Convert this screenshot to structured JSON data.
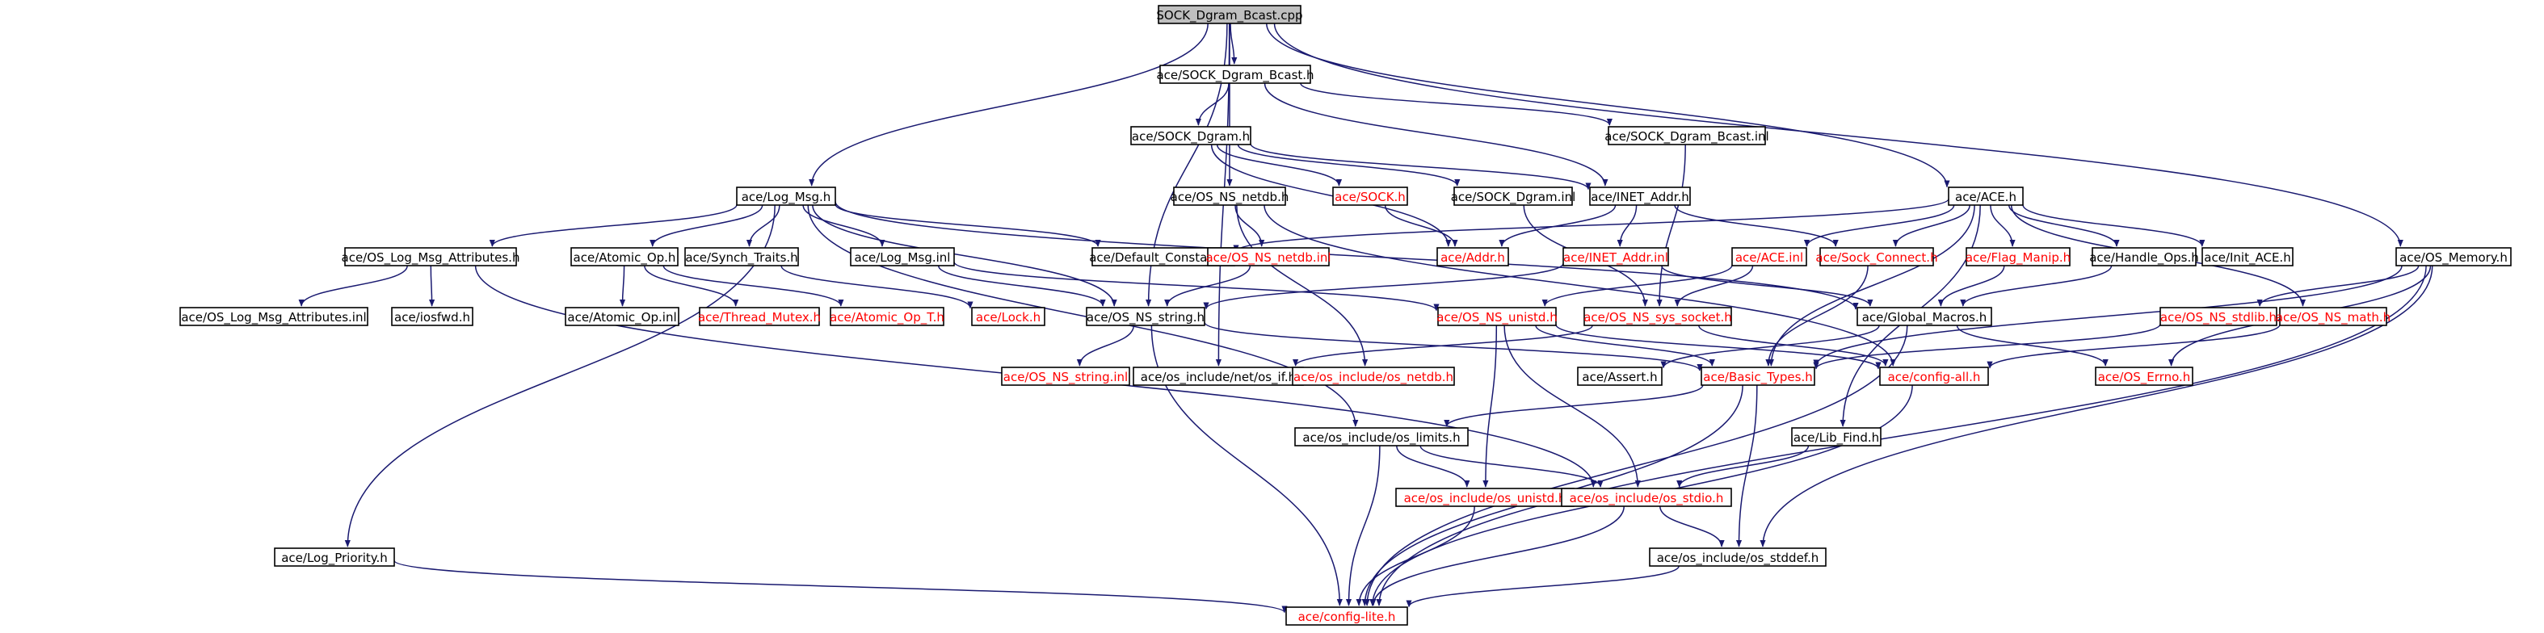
{
  "colors": {
    "edge": "#191970",
    "node_border": "#000000",
    "node_fill": "#ffffff",
    "root_fill": "#bfbfbf",
    "link_text": "#000000",
    "missing_text": "#ff0000"
  },
  "nodes": [
    {
      "id": "root",
      "label": "SOCK_Dgram_Bcast.cpp",
      "kind": "root"
    },
    {
      "id": "bcast_h",
      "label": "ace/SOCK_Dgram_Bcast.h",
      "kind": "link"
    },
    {
      "id": "dgram_h",
      "label": "ace/SOCK_Dgram.h",
      "kind": "link"
    },
    {
      "id": "bcast_inl",
      "label": "ace/SOCK_Dgram_Bcast.inl",
      "kind": "link"
    },
    {
      "id": "log_msg_h",
      "label": "ace/Log_Msg.h",
      "kind": "link"
    },
    {
      "id": "netdb_h",
      "label": "ace/OS_NS_netdb.h",
      "kind": "link"
    },
    {
      "id": "sock_h",
      "label": "ace/SOCK.h",
      "kind": "missing"
    },
    {
      "id": "dgram_inl",
      "label": "ace/SOCK_Dgram.inl",
      "kind": "link"
    },
    {
      "id": "inet_addr_h",
      "label": "ace/INET_Addr.h",
      "kind": "link"
    },
    {
      "id": "ace_h",
      "label": "ace/ACE.h",
      "kind": "link"
    },
    {
      "id": "os_log_attr_h",
      "label": "ace/OS_Log_Msg_Attributes.h",
      "kind": "link"
    },
    {
      "id": "atomic_op_h",
      "label": "ace/Atomic_Op.h",
      "kind": "link"
    },
    {
      "id": "synch_traits_h",
      "label": "ace/Synch_Traits.h",
      "kind": "link"
    },
    {
      "id": "log_msg_inl",
      "label": "ace/Log_Msg.inl",
      "kind": "link"
    },
    {
      "id": "default_const_h",
      "label": "ace/Default_Constants.h",
      "kind": "link"
    },
    {
      "id": "netdb_inl",
      "label": "ace/OS_NS_netdb.inl",
      "kind": "missing"
    },
    {
      "id": "addr_h",
      "label": "ace/Addr.h",
      "kind": "missing"
    },
    {
      "id": "inet_addr_inl",
      "label": "ace/INET_Addr.inl",
      "kind": "missing"
    },
    {
      "id": "ace_inl",
      "label": "ace/ACE.inl",
      "kind": "missing"
    },
    {
      "id": "sock_connect_h",
      "label": "ace/Sock_Connect.h",
      "kind": "missing"
    },
    {
      "id": "flag_manip_h",
      "label": "ace/Flag_Manip.h",
      "kind": "missing"
    },
    {
      "id": "handle_ops_h",
      "label": "ace/Handle_Ops.h",
      "kind": "link"
    },
    {
      "id": "init_ace_h",
      "label": "ace/Init_ACE.h",
      "kind": "link"
    },
    {
      "id": "os_memory_h",
      "label": "ace/OS_Memory.h",
      "kind": "link"
    },
    {
      "id": "os_log_attr_inl",
      "label": "ace/OS_Log_Msg_Attributes.inl",
      "kind": "link"
    },
    {
      "id": "iosfwd_h",
      "label": "ace/iosfwd.h",
      "kind": "link"
    },
    {
      "id": "atomic_op_inl",
      "label": "ace/Atomic_Op.inl",
      "kind": "link"
    },
    {
      "id": "thread_mutex_h",
      "label": "ace/Thread_Mutex.h",
      "kind": "missing"
    },
    {
      "id": "atomic_op_t_h",
      "label": "ace/Atomic_Op_T.h",
      "kind": "missing"
    },
    {
      "id": "lock_h",
      "label": "ace/Lock.h",
      "kind": "missing"
    },
    {
      "id": "os_ns_string_h",
      "label": "ace/OS_NS_string.h",
      "kind": "link"
    },
    {
      "id": "os_ns_unistd_h",
      "label": "ace/OS_NS_unistd.h",
      "kind": "missing"
    },
    {
      "id": "os_ns_sys_socket_h",
      "label": "ace/OS_NS_sys_socket.h",
      "kind": "missing"
    },
    {
      "id": "global_macros_h",
      "label": "ace/Global_Macros.h",
      "kind": "link"
    },
    {
      "id": "os_ns_stdlib_h",
      "label": "ace/OS_NS_stdlib.h",
      "kind": "missing"
    },
    {
      "id": "os_ns_math_h",
      "label": "ace/OS_NS_math.h",
      "kind": "missing"
    },
    {
      "id": "os_ns_string_inl",
      "label": "ace/OS_NS_string.inl",
      "kind": "missing"
    },
    {
      "id": "net_if_h",
      "label": "ace/os_include/net/os_if.h",
      "kind": "link"
    },
    {
      "id": "os_netdb_h",
      "label": "ace/os_include/os_netdb.h",
      "kind": "missing"
    },
    {
      "id": "assert_h",
      "label": "ace/Assert.h",
      "kind": "link"
    },
    {
      "id": "basic_types_h",
      "label": "ace/Basic_Types.h",
      "kind": "missing"
    },
    {
      "id": "config_all_h",
      "label": "ace/config-all.h",
      "kind": "missing"
    },
    {
      "id": "os_errno_h",
      "label": "ace/OS_Errno.h",
      "kind": "missing"
    },
    {
      "id": "os_limits_h",
      "label": "ace/os_include/os_limits.h",
      "kind": "link"
    },
    {
      "id": "lib_find_h",
      "label": "ace/Lib_Find.h",
      "kind": "link"
    },
    {
      "id": "os_unistd_h",
      "label": "ace/os_include/os_unistd.h",
      "kind": "missing"
    },
    {
      "id": "os_stdio_h",
      "label": "ace/os_include/os_stdio.h",
      "kind": "missing"
    },
    {
      "id": "log_priority_h",
      "label": "ace/Log_Priority.h",
      "kind": "link"
    },
    {
      "id": "os_stddef_h",
      "label": "ace/os_include/os_stddef.h",
      "kind": "link"
    },
    {
      "id": "config_lite_h",
      "label": "ace/config-lite.h",
      "kind": "missing"
    }
  ],
  "edges": [
    [
      "root",
      "bcast_h"
    ],
    [
      "root",
      "log_msg_h"
    ],
    [
      "root",
      "netdb_h"
    ],
    [
      "root",
      "ace_h"
    ],
    [
      "root",
      "os_memory_h"
    ],
    [
      "root",
      "os_ns_string_h"
    ],
    [
      "root",
      "net_if_h"
    ],
    [
      "bcast_h",
      "dgram_h"
    ],
    [
      "bcast_h",
      "inet_addr_h"
    ],
    [
      "bcast_h",
      "bcast_inl"
    ],
    [
      "dgram_h",
      "sock_h"
    ],
    [
      "dgram_h",
      "dgram_inl"
    ],
    [
      "dgram_h",
      "inet_addr_h"
    ],
    [
      "dgram_h",
      "addr_h"
    ],
    [
      "bcast_inl",
      "os_ns_sys_socket_h"
    ],
    [
      "sock_h",
      "addr_h"
    ],
    [
      "dgram_inl",
      "os_ns_sys_socket_h"
    ],
    [
      "inet_addr_h",
      "addr_h"
    ],
    [
      "inet_addr_h",
      "inet_addr_inl"
    ],
    [
      "inet_addr_h",
      "sock_connect_h"
    ],
    [
      "inet_addr_inl",
      "os_ns_string_h"
    ],
    [
      "inet_addr_inl",
      "global_macros_h"
    ],
    [
      "log_msg_h",
      "os_log_attr_h"
    ],
    [
      "log_msg_h",
      "atomic_op_h"
    ],
    [
      "log_msg_h",
      "synch_traits_h"
    ],
    [
      "log_msg_h",
      "log_msg_inl"
    ],
    [
      "log_msg_h",
      "default_const_h"
    ],
    [
      "log_msg_h",
      "log_priority_h"
    ],
    [
      "log_msg_h",
      "os_limits_h"
    ],
    [
      "log_msg_h",
      "global_macros_h"
    ],
    [
      "log_msg_h",
      "os_ns_string_h"
    ],
    [
      "os_log_attr_h",
      "os_log_attr_inl"
    ],
    [
      "os_log_attr_h",
      "iosfwd_h"
    ],
    [
      "os_log_attr_h",
      "os_stdio_h"
    ],
    [
      "atomic_op_h",
      "atomic_op_inl"
    ],
    [
      "atomic_op_h",
      "thread_mutex_h"
    ],
    [
      "atomic_op_h",
      "atomic_op_t_h"
    ],
    [
      "synch_traits_h",
      "lock_h"
    ],
    [
      "log_msg_inl",
      "os_ns_string_h"
    ],
    [
      "log_msg_inl",
      "os_ns_unistd_h"
    ],
    [
      "netdb_h",
      "netdb_inl"
    ],
    [
      "netdb_h",
      "os_netdb_h"
    ],
    [
      "netdb_h",
      "config_all_h"
    ],
    [
      "netdb_inl",
      "os_ns_string_h"
    ],
    [
      "ace_h",
      "default_const_h"
    ],
    [
      "ace_h",
      "ace_inl"
    ],
    [
      "ace_h",
      "sock_connect_h"
    ],
    [
      "ace_h",
      "flag_manip_h"
    ],
    [
      "ace_h",
      "handle_ops_h"
    ],
    [
      "ace_h",
      "init_ace_h"
    ],
    [
      "ace_h",
      "lib_find_h"
    ],
    [
      "ace_h",
      "os_ns_math_h"
    ],
    [
      "ace_h",
      "basic_types_h"
    ],
    [
      "ace_inl",
      "os_ns_unistd_h"
    ],
    [
      "ace_inl",
      "os_ns_sys_socket_h"
    ],
    [
      "sock_connect_h",
      "basic_types_h"
    ],
    [
      "flag_manip_h",
      "global_macros_h"
    ],
    [
      "handle_ops_h",
      "global_macros_h"
    ],
    [
      "os_memory_h",
      "os_ns_stdlib_h"
    ],
    [
      "os_memory_h",
      "os_errno_h"
    ],
    [
      "os_memory_h",
      "basic_types_h"
    ],
    [
      "os_memory_h",
      "os_stddef_h"
    ],
    [
      "os_memory_h",
      "config_lite_h"
    ],
    [
      "os_ns_string_h",
      "os_ns_string_inl"
    ],
    [
      "os_ns_string_h",
      "basic_types_h"
    ],
    [
      "os_ns_string_h",
      "config_lite_h"
    ],
    [
      "os_ns_unistd_h",
      "basic_types_h"
    ],
    [
      "os_ns_unistd_h",
      "os_unistd_h"
    ],
    [
      "os_ns_unistd_h",
      "os_stdio_h"
    ],
    [
      "os_ns_unistd_h",
      "config_all_h"
    ],
    [
      "os_ns_sys_socket_h",
      "config_all_h"
    ],
    [
      "os_ns_sys_socket_h",
      "net_if_h"
    ],
    [
      "global_macros_h",
      "assert_h"
    ],
    [
      "global_macros_h",
      "os_errno_h"
    ],
    [
      "global_macros_h",
      "config_lite_h"
    ],
    [
      "os_ns_stdlib_h",
      "basic_types_h"
    ],
    [
      "os_ns_math_h",
      "config_all_h"
    ],
    [
      "basic_types_h",
      "os_limits_h"
    ],
    [
      "basic_types_h",
      "os_stddef_h"
    ],
    [
      "basic_types_h",
      "config_lite_h"
    ],
    [
      "config_all_h",
      "config_lite_h"
    ],
    [
      "os_limits_h",
      "os_unistd_h"
    ],
    [
      "os_limits_h",
      "os_stdio_h"
    ],
    [
      "os_limits_h",
      "config_lite_h"
    ],
    [
      "lib_find_h",
      "os_stdio_h"
    ],
    [
      "os_unistd_h",
      "config_lite_h"
    ],
    [
      "os_stdio_h",
      "os_stddef_h"
    ],
    [
      "os_stdio_h",
      "config_lite_h"
    ],
    [
      "os_stddef_h",
      "config_lite_h"
    ],
    [
      "log_priority_h",
      "config_lite_h"
    ]
  ]
}
